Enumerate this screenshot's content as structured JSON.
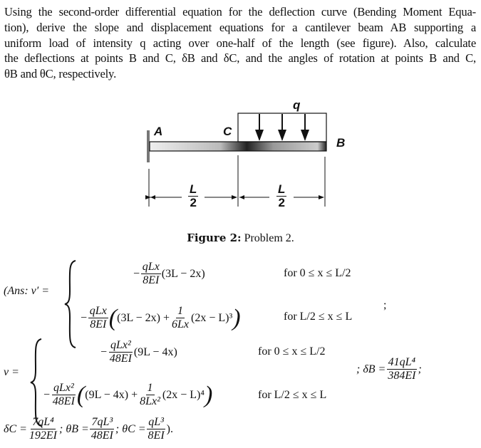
{
  "problem": {
    "lines": [
      "Using the second-order differential equation for the deflection curve (Bending Moment Equa-",
      "tion), derive the slope and displacement equations for a cantilever beam AB supporting a",
      "uniform load of intensity q acting over one-half of the length (see figure).  Also, calculate",
      "the deflections at points B and C, δB and δC, and the angles of rotation at points B and C,",
      "θB and θC, respectively."
    ]
  },
  "figure": {
    "label_a": "A",
    "label_b": "B",
    "label_c": "C",
    "label_q": "q",
    "dim_num": "L",
    "dim_den": "2",
    "caption_bold": "Figure 2:",
    "caption_text": "Problem 2."
  },
  "answer": {
    "slope_lhs": "(Ans: v′ =",
    "slope_row1": {
      "sign": "−",
      "num": "qLx",
      "den": "8EI",
      "rest": "(3L − 2x)",
      "cond": "for   0 ≤ x ≤ L/2"
    },
    "slope_row2": {
      "sign": "−",
      "num": "qLx",
      "den": "8EI",
      "pre": "(3L − 2x) +",
      "num2": "1",
      "den2": "6Lx",
      "post": "(2x − L)³",
      "cond": "for   L/2 ≤ x ≤ L"
    },
    "slope_sep": ";",
    "defl_lhs": "v =",
    "defl_row1": {
      "sign": "−",
      "num": "qLx²",
      "den": "48EI",
      "rest": "(9L − 4x)",
      "cond": "for   0 ≤ x ≤ L/2"
    },
    "defl_row2": {
      "sign": "−",
      "num": "qLx²",
      "den": "48EI",
      "pre": "(9L − 4x) +",
      "num2": "1",
      "den2": "8Lx²",
      "post": "(2x − L)⁴",
      "cond": "for   L/2 ≤ x ≤ L"
    },
    "delta_b": {
      "lhs": "; δB =",
      "num": "41qL⁴",
      "den": "384EI",
      "end": ";"
    },
    "final": {
      "delta_c_lhs": "δC =",
      "delta_c_num": "7qL⁴",
      "delta_c_den": "192EI",
      "theta_b_lhs": "; θB =",
      "theta_b_num": "7qL³",
      "theta_b_den": "48EI",
      "theta_c_lhs": "; θC =",
      "theta_c_num": "qL³",
      "theta_c_den": "8EI",
      "end": ")."
    }
  }
}
